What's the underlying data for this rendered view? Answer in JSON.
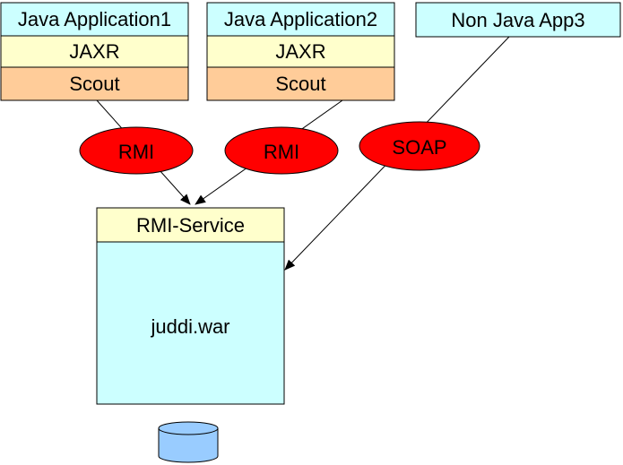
{
  "colors": {
    "app_header": "#ccffff",
    "jaxr_layer": "#ffffcc",
    "scout_layer": "#ffcc99",
    "service_header": "#ffffcc",
    "service_body": "#ccffff",
    "protocol_ellipse": "#ff0000",
    "database": "#99ccff",
    "stroke": "#000000"
  },
  "apps": [
    {
      "title": "Java Application1",
      "jaxr": "JAXR",
      "scout": "Scout"
    },
    {
      "title": "Java Application2",
      "jaxr": "JAXR",
      "scout": "Scout"
    },
    {
      "title": "Non Java App3"
    }
  ],
  "protocols": [
    {
      "label": "RMI"
    },
    {
      "label": "RMI"
    },
    {
      "label": "SOAP"
    }
  ],
  "service": {
    "header": "RMI-Service",
    "body": "juddi.war"
  },
  "database": {
    "icon": "database-cylinder-icon"
  }
}
